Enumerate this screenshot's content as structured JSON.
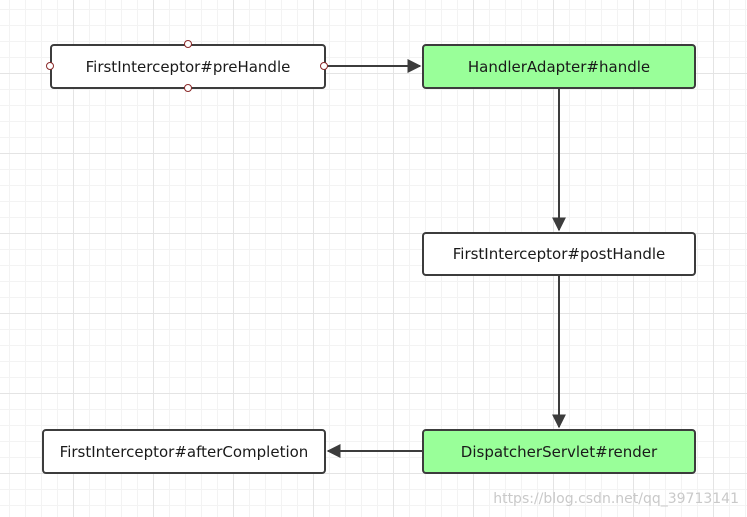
{
  "nodes": {
    "pre_handle": {
      "label": "FirstInterceptor#preHandle",
      "fill": "#ffffff",
      "selected": true
    },
    "handler_adapter": {
      "label": "HandlerAdapter#handle",
      "fill": "#99ff99"
    },
    "post_handle": {
      "label": "FirstInterceptor#postHandle",
      "fill": "#ffffff"
    },
    "dispatcher_render": {
      "label": "DispatcherServlet#render",
      "fill": "#99ff99"
    },
    "after_completion": {
      "label": "FirstInterceptor#afterCompletion",
      "fill": "#ffffff"
    }
  },
  "edges": [
    {
      "from": "pre_handle",
      "to": "handler_adapter"
    },
    {
      "from": "handler_adapter",
      "to": "post_handle"
    },
    {
      "from": "post_handle",
      "to": "dispatcher_render"
    },
    {
      "from": "dispatcher_render",
      "to": "after_completion"
    }
  ],
  "watermark": "https://blog.csdn.net/qq_39713141",
  "colors": {
    "node_border": "#3c3c3c",
    "highlight_fill": "#99ff99",
    "edge": "#3c3c3c",
    "grid": "#e4e4e4"
  }
}
